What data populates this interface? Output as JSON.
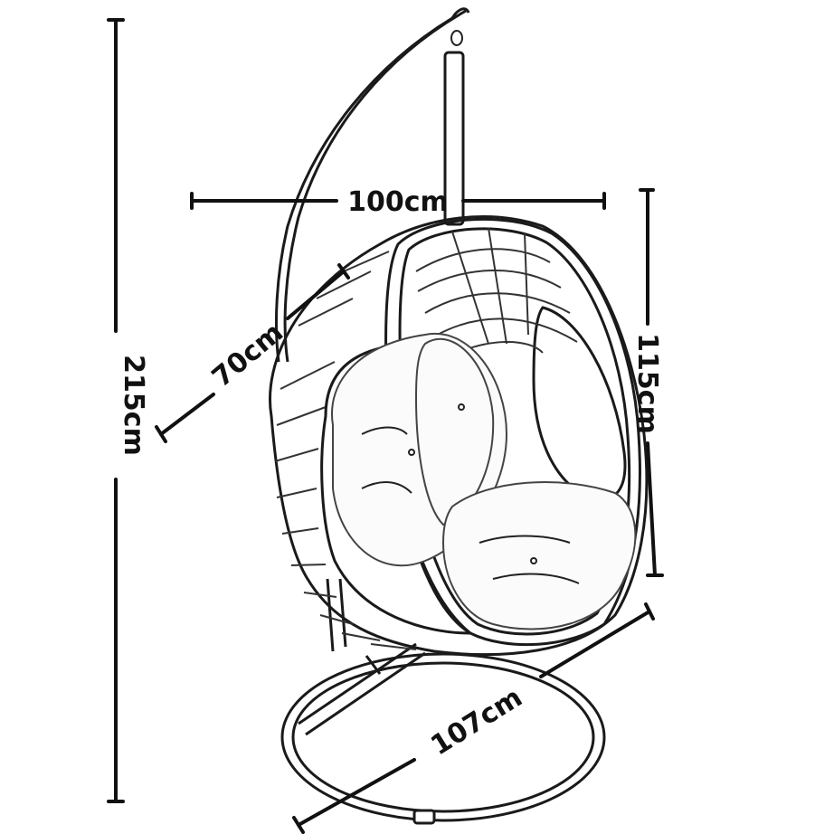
{
  "dimensions": {
    "total_height": "215cm",
    "top_width": "100cm",
    "depth": "70cm",
    "chair_height": "115cm",
    "base_diameter": "107cm"
  },
  "colors": {
    "line": "#111111",
    "background": "#ffffff"
  }
}
